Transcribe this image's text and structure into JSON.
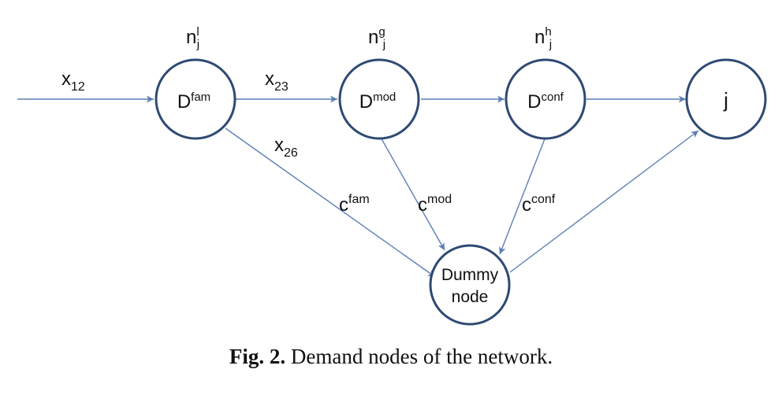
{
  "nodes": {
    "fam": {
      "main": "D",
      "sup": "fam"
    },
    "mod": {
      "main": "D",
      "sup": "mod"
    },
    "conf": {
      "main": "D",
      "sup": "conf"
    },
    "j": {
      "main": "j"
    },
    "dummy": {
      "line1": "Dummy",
      "line2": "node"
    }
  },
  "top_labels": {
    "fam": {
      "main": "n",
      "sup": "l",
      "sub": "j"
    },
    "mod": {
      "main": "n",
      "sup": "g",
      "sub": "j"
    },
    "conf": {
      "main": "n",
      "sup": "h",
      "sub": "j"
    }
  },
  "edge_labels": {
    "x12": {
      "main": "x",
      "sub": "12"
    },
    "x23": {
      "main": "x",
      "sub": "23"
    },
    "x26": {
      "main": "x",
      "sub": "26"
    },
    "c_fam": {
      "main": "c",
      "sup": "fam"
    },
    "c_mod": {
      "main": "c",
      "sup": "mod"
    },
    "c_conf": {
      "main": "c",
      "sup": "conf"
    }
  },
  "caption": {
    "label": "Fig. 2.",
    "text": "Demand nodes of the network."
  },
  "colors": {
    "node_stroke": "#2e4a73",
    "edge": "#5b7fb3"
  }
}
